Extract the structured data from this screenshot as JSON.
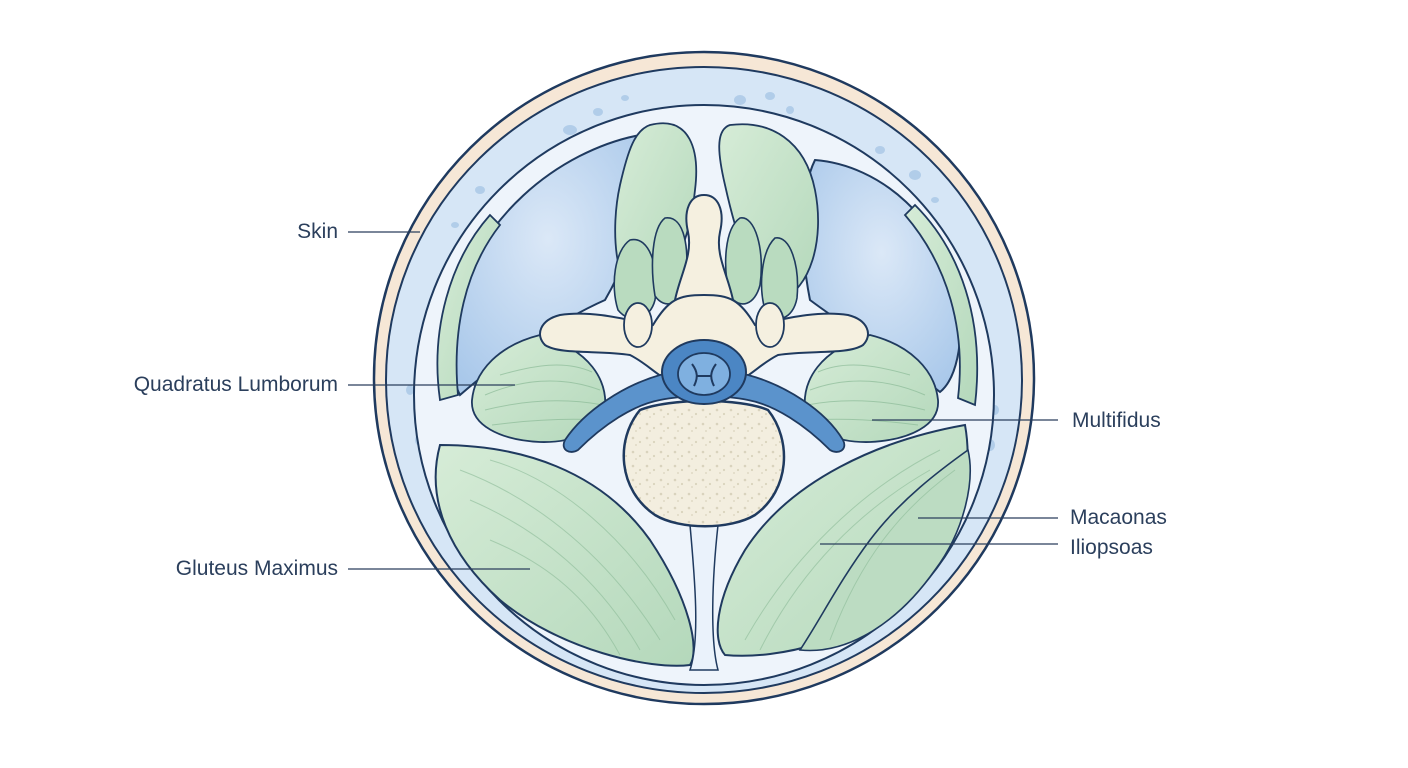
{
  "labels": {
    "skin": "Skin",
    "quadratus_lumborum": "Quadratus Lumborum",
    "gluteus_maximus": "Gluteus Maximus",
    "multifidus": "Multifidus",
    "macaonas": "Macaonas",
    "iliopsoas": "Iliopsoas"
  },
  "colors": {
    "outline": "#1f3a5f",
    "skin": "#f6e7d6",
    "fat": "#d6e6f6",
    "fascia": "#eef4fb",
    "cavity": "#bcd5ef",
    "muscle": "#c5e1c8",
    "muscle_dark": "#a9d0b1",
    "bone": "#f5f0e0",
    "canal": "#4b86c4",
    "cord": "#6fa3d8"
  }
}
